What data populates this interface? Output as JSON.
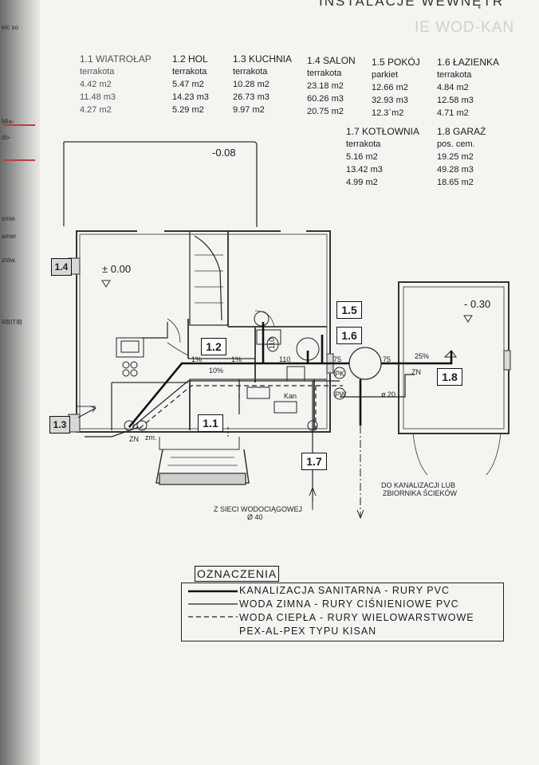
{
  "header": {
    "fragment_top": "INSTALACJE WEWNĘTR",
    "fragment_faded": "IE WOD-KAN"
  },
  "spine_text": [
    "elc so",
    "Mia-",
    "do-",
    "smie",
    "amer",
    "ztów.",
    "RBITIB"
  ],
  "rooms": [
    {
      "id": "1.1",
      "title": "1.1 WIATROŁAP",
      "floor": "terrakota",
      "area": "4.42 m2",
      "volume": "11.48 m3",
      "extra": "4.27 m2"
    },
    {
      "id": "1.2",
      "title": "1.2 HOL",
      "floor": "terrakota",
      "area": "5.47 m2",
      "volume": "14.23 m3",
      "extra": "5.29 m2"
    },
    {
      "id": "1.3",
      "title": "1.3 KUCHNIA",
      "floor": "terrakota",
      "area": "10.28 m2",
      "volume": "26.73 m3",
      "extra": "9.97 m2"
    },
    {
      "id": "1.4",
      "title": "1.4 SALON",
      "floor": "terrakota",
      "area": "23.18 m2",
      "volume": "60.26 m3",
      "extra": "20.75 m2"
    },
    {
      "id": "1.5",
      "title": "1.5 POKÓJ",
      "floor": "parkiet",
      "area": "12.66 m2",
      "volume": "32.93 m3",
      "extra": "12.3`m2"
    },
    {
      "id": "1.6",
      "title": "1.6 ŁAZIENKA",
      "floor": "terrakota",
      "area": "4.84 m2",
      "volume": "12.58 m3",
      "extra": "4.71 m2"
    },
    {
      "id": "1.7",
      "title": "1.7 KOTŁOWNIA",
      "floor": "terrakota",
      "area": "5.16 m2",
      "volume": "13.42 m3",
      "extra": "4.99 m2"
    },
    {
      "id": "1.8",
      "title": "1.8 GARAŻ",
      "floor": "pos. cem.",
      "area": "19.25 m2",
      "volume": "49.28 m3",
      "extra": "18.65 m2"
    }
  ],
  "plan": {
    "levels": {
      "terrace": "-0.08",
      "ground": "± 0.00",
      "garage": "- 0.30"
    },
    "room_tags": {
      "r11": "1.1",
      "r12": "1.2",
      "r13": "1.3",
      "r14": "1.4",
      "r15": "1.5",
      "r16": "1.6",
      "r17": "1.7",
      "r18": "1.8"
    },
    "annotations": {
      "slope_a": "1%",
      "slope_b": "10%",
      "slope_c": "1%",
      "pipe_110": "110",
      "pipe_75a": "75",
      "pipe_75b": "75",
      "pipe_20": "ø 20",
      "pipe_25": "25%",
      "pipe_v": "110",
      "zn_left": "ZN",
      "zm": "zm.",
      "zn_right": "ZN",
      "pk": "PK",
      "pw": "PW",
      "kan": "Kan",
      "sewer_line1": "DO KANALIZACJI LUB",
      "sewer_line2": "ZBIORNIKA ŚCIEKÓW",
      "water_line1": "Z SIECI WODOCIĄGOWEJ",
      "water_line2": "Ø 40"
    }
  },
  "legend": {
    "title": "OZNACZENIA",
    "items": [
      {
        "label": "KANALIZACJA SANITARNA - RURY PVC",
        "style": "solid-thick"
      },
      {
        "label": "WODA ZIMNA - RURY CIŚNIENIOWE PVC",
        "style": "solid-thin"
      },
      {
        "label": "WODA CIEPŁA - RURY WIELOWARSTWOWE",
        "style": "dashed"
      }
    ],
    "continuation": "PEX-AL-PEX TYPU KISAN"
  }
}
